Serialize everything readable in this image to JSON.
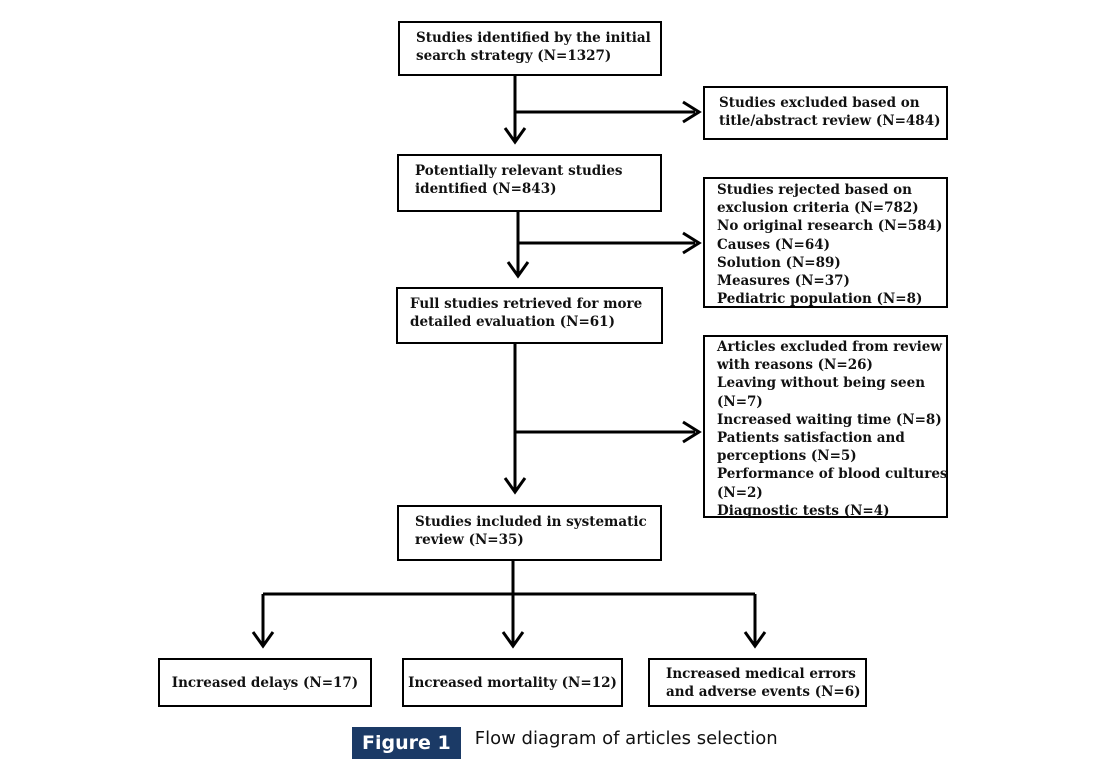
{
  "flow": {
    "identified": [
      "Studies identified by the initial",
      "search strategy (N=1327)"
    ],
    "excluded_title": [
      "Studies excluded based on",
      "title/abstract review (N=484)"
    ],
    "potentially_relevant": [
      "Potentially relevant studies",
      "identified (N=843)"
    ],
    "rejected": [
      "Studies rejected based on",
      "exclusion criteria (N=782)",
      "No original research (N=584)",
      "Causes (N=64)",
      "Solution (N=89)",
      "Measures (N=37)",
      "Pediatric population (N=8)"
    ],
    "full_studies": [
      "Full studies retrieved for more",
      "detailed evaluation (N=61)"
    ],
    "excluded_review": [
      "Articles excluded from review",
      "with reasons (N=26)",
      "Leaving without being seen",
      "(N=7)",
      "Increased waiting time (N=8)",
      "Patients satisfaction and",
      "perceptions (N=5)",
      "Performance of blood cultures",
      "(N=2)",
      "Diagnostic tests (N=4)"
    ],
    "included": [
      "Studies included in systematic",
      "review (N=35)"
    ],
    "outcome_delays": "Increased delays (N=17)",
    "outcome_mortality": "Increased mortality (N=12)",
    "outcome_errors": [
      "Increased medical errors",
      "and adverse events (N=6)"
    ]
  },
  "caption": {
    "tag": "Figure 1",
    "text": "Flow diagram of articles selection",
    "tag_color": "#1b3a66"
  },
  "colors": {
    "line": "#000000",
    "box_border": "#000000"
  }
}
